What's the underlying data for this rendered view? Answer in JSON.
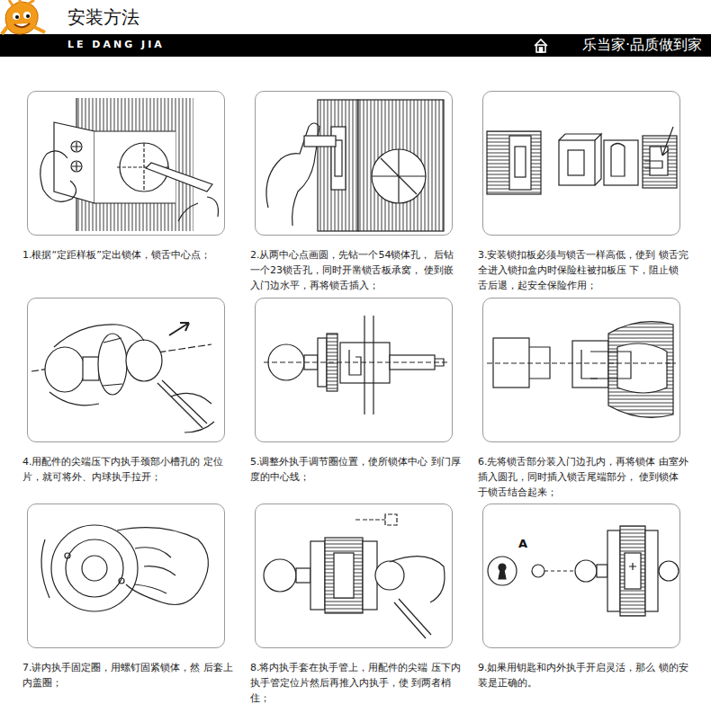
{
  "diagram": {
    "title": "安装方法",
    "nodes": [
      {
        "text": [
          "1.根据“定距样板”定出锁体，锁舌中心点；"
        ]
      },
      {
        "text": [
          "2.从两中心点画圆，先钻一个54锁体孔， 后钻一个23锁舌孔，同时开凿锁舌板承窝， 使到嵌入门边水平，再将锁舌插入；"
        ]
      },
      {
        "text": [
          "3.安装锁扣板必须与锁舌一样高低，使到 锁舌完全进入锁扣盒内时保险柱被扣板压 下，阻止锁舌后退，起安全保险作用；"
        ]
      },
      {
        "text": [
          "4.用配件的尖端压下内执手颈部小槽孔的 定位片，就可将外、内球执手拉开；"
        ]
      },
      {
        "text": [
          "5.调整外执手调节圈位置，使所锁体中心 到门厚度的中心线；"
        ]
      },
      {
        "text": [
          "6.先将锁舌部分装入门边孔内，再将锁体 由室外插入圆孔，同时插入锁舌尾端部分， 使到锁体于锁舌结合起来；"
        ]
      },
      {
        "text": [
          "7.讲内执手固定圈，用螺钉固紧锁体，然 后套上内盖圈；"
        ]
      },
      {
        "text": [
          "8.将内执手套在执手管上，用配件的尖端 压下内执手管定位片然后再推入内执手，使 到两者梢住；"
        ]
      },
      {
        "text": [
          "9.如果用钥匙和内外执手开启灵活，那么 锁的安装是正确的。"
        ]
      }
    ],
    "labels": [
      "LE DANG JIA",
      "乐当家·品质做到家",
      "A"
    ]
  }
}
